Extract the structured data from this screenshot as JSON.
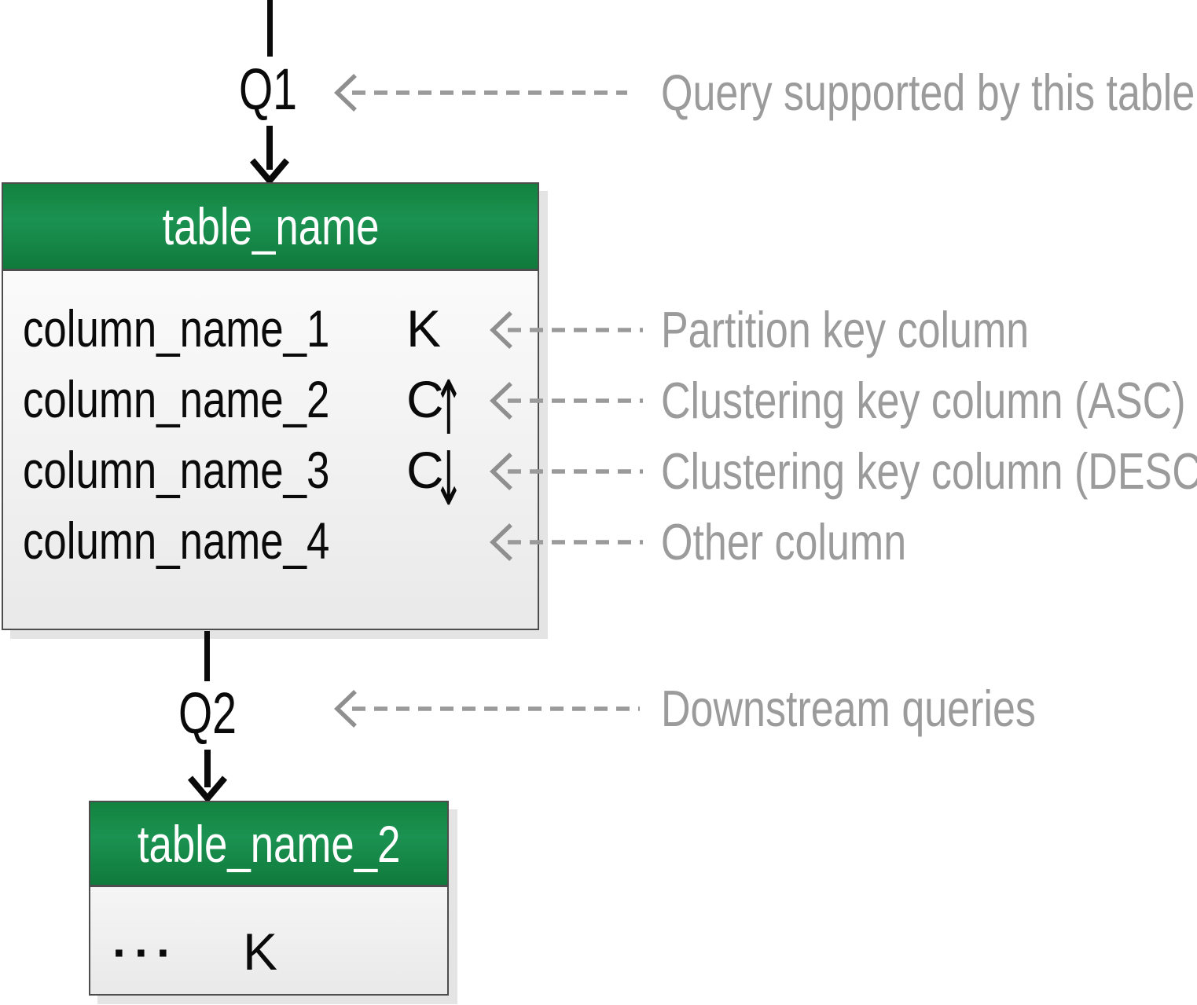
{
  "flow": {
    "q1_label": "Q1",
    "q2_label": "Q2"
  },
  "table1": {
    "title": "table_name",
    "rows": [
      {
        "name": "column_name_1",
        "key": "K",
        "arrow": ""
      },
      {
        "name": "column_name_2",
        "key": "C",
        "arrow": "↑"
      },
      {
        "name": "column_name_3",
        "key": "C",
        "arrow": "↓"
      },
      {
        "name": "column_name_4",
        "key": "",
        "arrow": ""
      }
    ]
  },
  "table2": {
    "title": "table_name_2",
    "rows": [
      {
        "name": "···",
        "key": "K"
      }
    ]
  },
  "annotations": {
    "q1": "Query supported by this table",
    "row1": "Partition key column",
    "row2": "Clustering key column (ASC)",
    "row3": "Clustering key column (DESC)",
    "row4": "Other column",
    "q2": "Downstream queries"
  },
  "colors": {
    "header_green_light": "#1b9251",
    "header_green": "#148745",
    "header_green_dark": "#0f7a3b",
    "table_border": "#4d4d4d",
    "body_top": "#ffffff",
    "body_bottom": "#e9e9e9",
    "shadow": "#e4e4e4",
    "annotation_text": "#9b9b9b",
    "dash": "#9a9a9a",
    "chevron": "#8f8f8f",
    "ink": "#0a0a0a"
  }
}
